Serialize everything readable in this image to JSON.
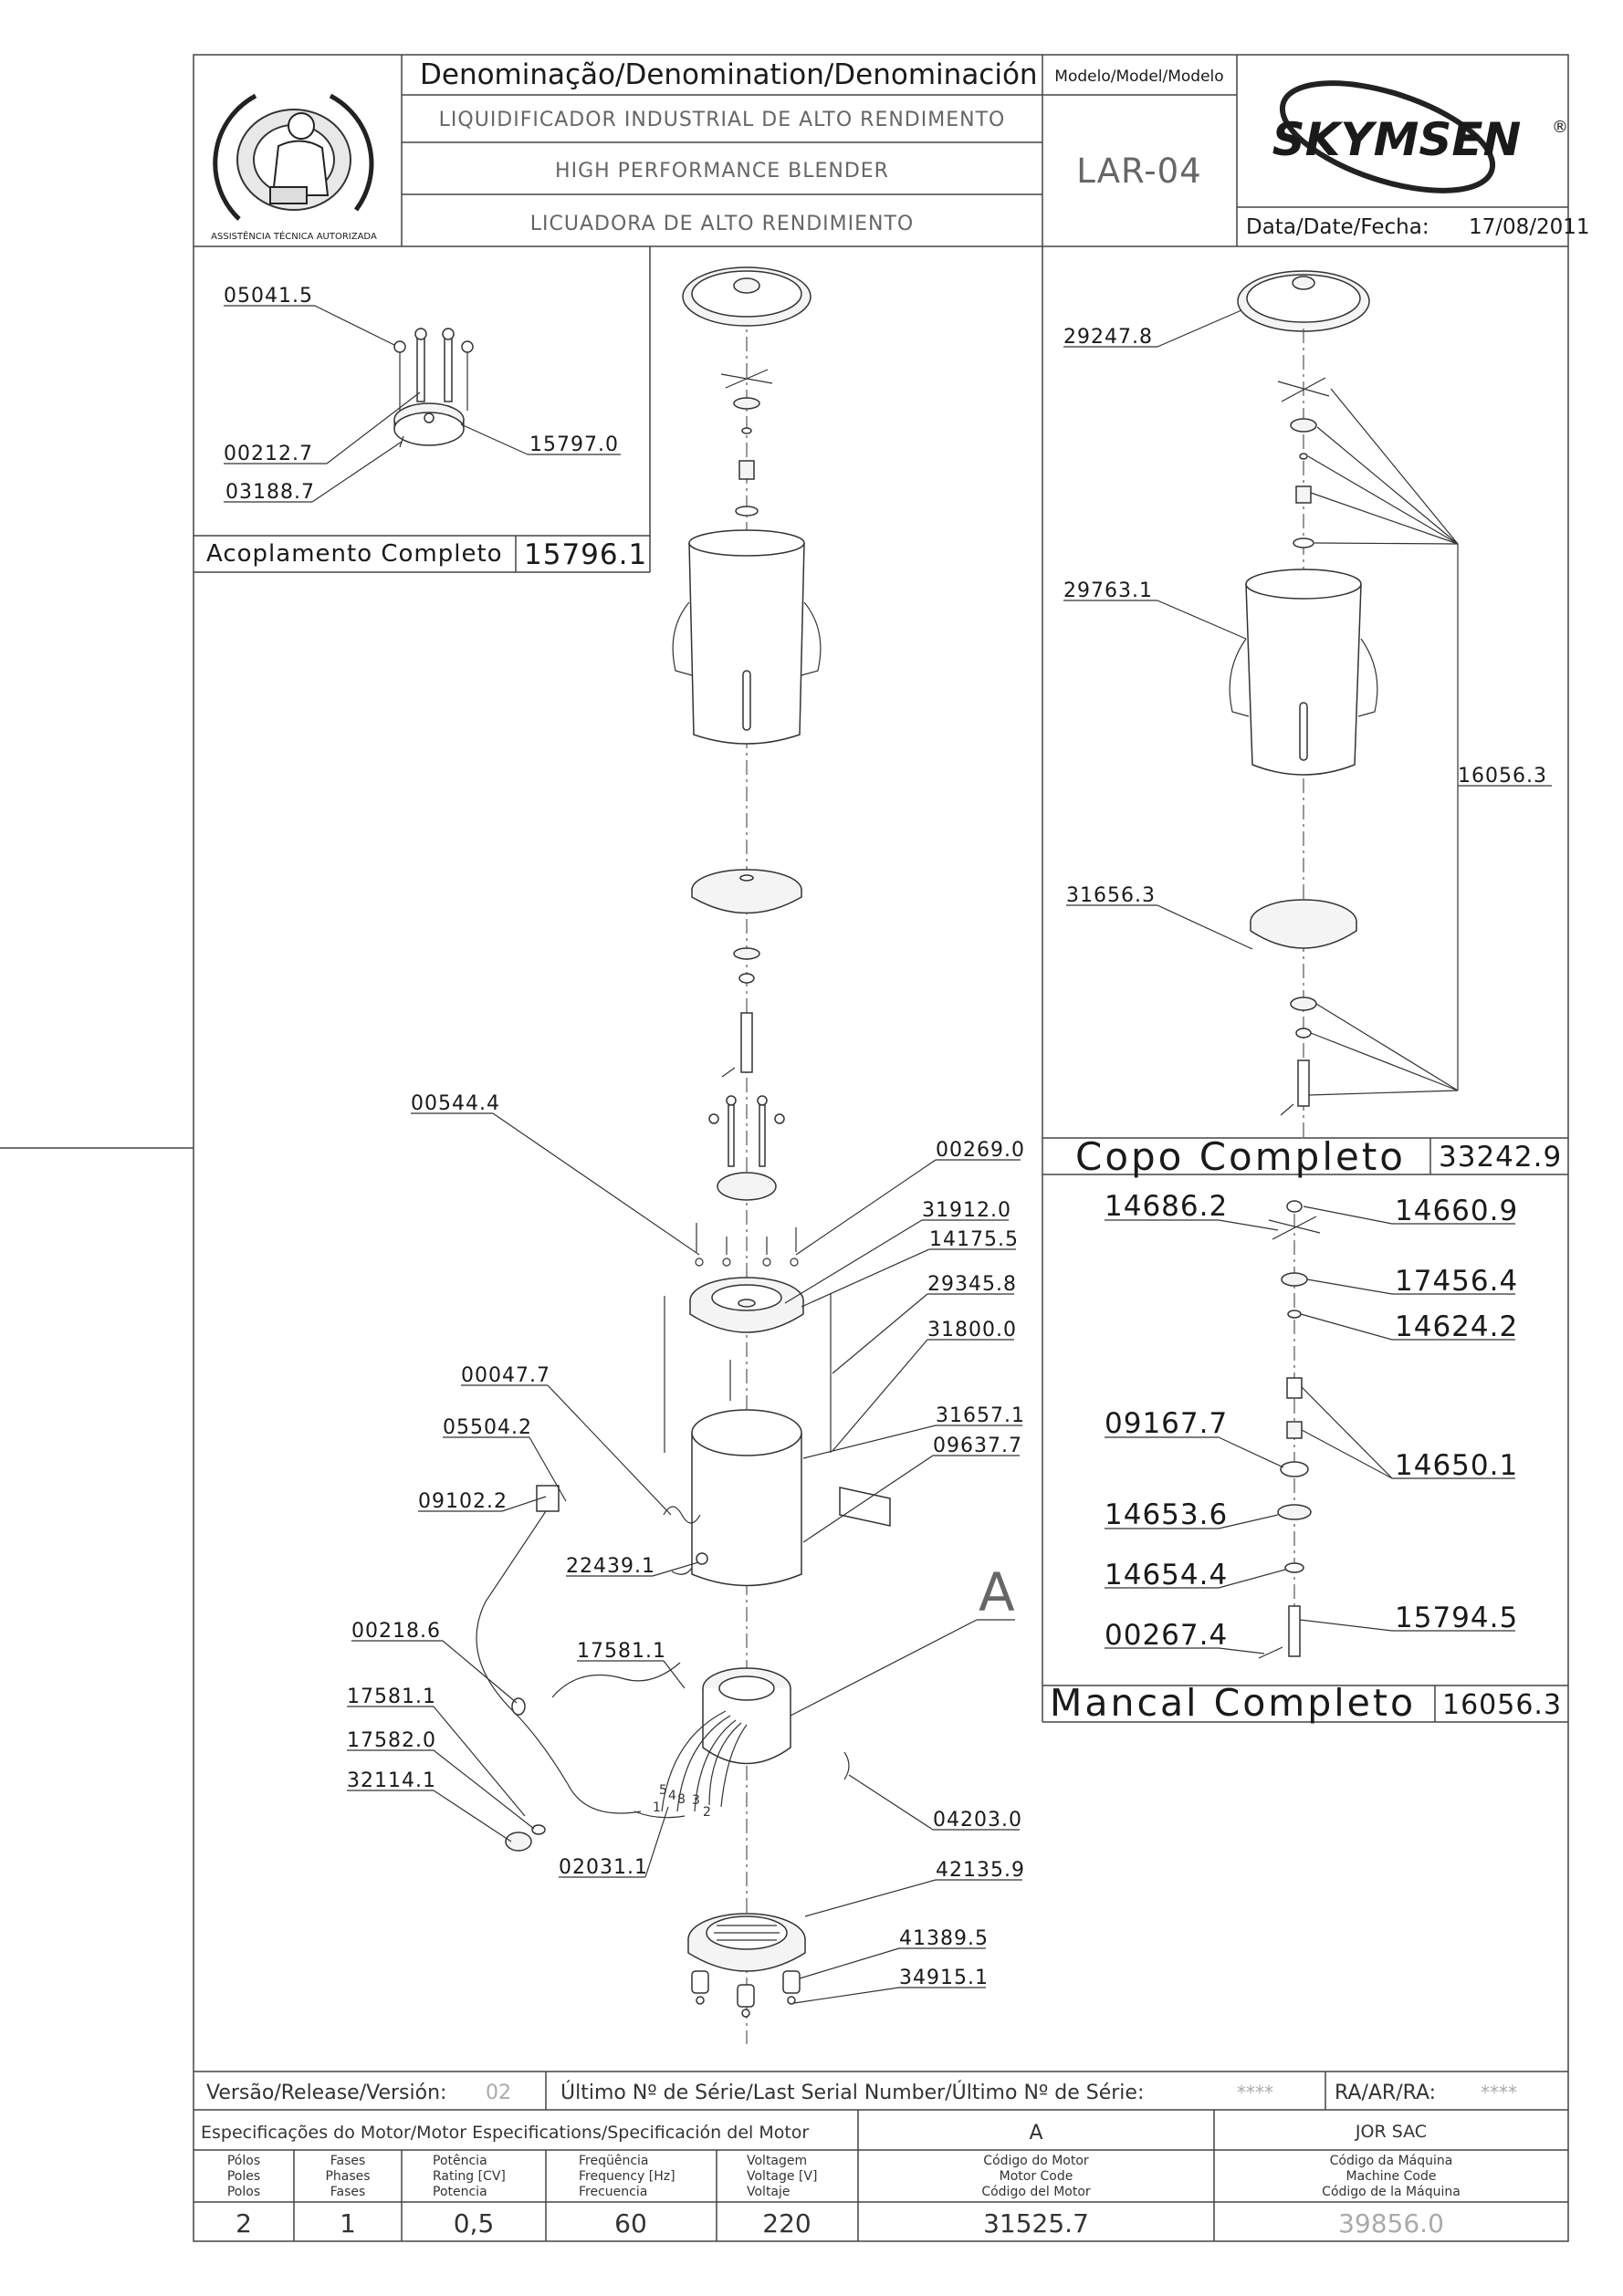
{
  "header": {
    "denomination_title": "Denominação/Denomination/Denominación",
    "name_pt": "LIQUIDIFICADOR INDUSTRIAL DE ALTO RENDIMENTO",
    "name_en": "HIGH PERFORMANCE BLENDER",
    "name_es": "LICUADORA DE ALTO RENDIMIENTO",
    "model_label": "Modelo/Model/Modelo",
    "model_value": "LAR-04",
    "brand": "SKYMSEN",
    "brand_mark": "®",
    "date_label": "Data/Date/Fecha:",
    "date_value": "17/08/2011",
    "seal_text_top": "ASSISTÊNCIA TÉCNICA AUTORIZADA"
  },
  "coupling": {
    "title": "Acoplamento Completo",
    "code": "15796.1",
    "parts": [
      "05041.5",
      "00212.7",
      "03188.7",
      "15797.0"
    ]
  },
  "main_parts": {
    "left": [
      "00544.4",
      "00047.7",
      "05504.2",
      "09102.2",
      "22439.1",
      "00218.6",
      "17581.1",
      "17581.1",
      "17582.0",
      "32114.1",
      "02031.1"
    ],
    "right": [
      "00269.0",
      "31912.0",
      "14175.5",
      "29345.8",
      "31800.0",
      "31657.1",
      "09637.7",
      "04203.0",
      "42135.9",
      "41389.5",
      "34915.1"
    ],
    "motor_marker": "A",
    "wire_numbers": [
      "5",
      "4",
      "8",
      "3",
      "1",
      "2"
    ]
  },
  "cup": {
    "title": "Copo Completo",
    "code": "33242.9",
    "parts": [
      "29247.8",
      "29763.1",
      "31656.3",
      "16056.3"
    ]
  },
  "bearing": {
    "title": "Mancal Completo",
    "code": "16056.3",
    "parts_left": [
      "14686.2",
      "09167.7",
      "14653.6",
      "14654.4",
      "00267.4"
    ],
    "parts_right": [
      "14660.9",
      "17456.4",
      "14624.2",
      "14650.1",
      "15794.5"
    ]
  },
  "footer": {
    "version_label": "Versão/Release/Versión:",
    "version_value": "02",
    "serial_label": "Último Nº de Série/Last Serial Number/Último Nº de Série:",
    "serial_value": "****",
    "ra_label": "RA/AR/RA:",
    "ra_value": "****",
    "motor_spec_label": "Especificações do Motor/Motor Especifications/Specificación del Motor",
    "motor_letter": "A",
    "machine_ref": "JOR SAC",
    "columns": [
      {
        "l1": "Pólos",
        "l2": "Poles",
        "l3": "Polos",
        "value": "2"
      },
      {
        "l1": "Fases",
        "l2": "Phases",
        "l3": "Fases",
        "value": "1"
      },
      {
        "l1": "Potência",
        "l2": "Rating [CV]",
        "l3": "Potencia",
        "value": "0,5"
      },
      {
        "l1": "Freqüência",
        "l2": "Frequency [Hz]",
        "l3": "Frecuencia",
        "value": "60"
      },
      {
        "l1": "Voltagem",
        "l2": "Voltage [V]",
        "l3": "Voltaje",
        "value": "220"
      },
      {
        "l1": "Código do Motor",
        "l2": "Motor Code",
        "l3": "Código del Motor",
        "value": "31525.7"
      },
      {
        "l1": "Código da Máquina",
        "l2": "Machine Code",
        "l3": "Código de la Máquina",
        "value": "39856.0"
      }
    ]
  },
  "colors": {
    "line": "#333333",
    "muted": "#aaaaaa",
    "fill": "#f4f4f4"
  }
}
